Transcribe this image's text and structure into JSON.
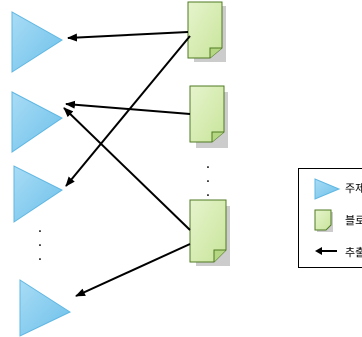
{
  "diagram": {
    "vertical_dots": [
      "·",
      "·",
      "·"
    ]
  },
  "legend": {
    "topic_label": "주제어",
    "blog_label": "블로그",
    "extract_label": "추출"
  },
  "colors": {
    "topic_fill": "#87cdf0",
    "topic_stroke": "#5fb7e3",
    "blog_fill": "#d7ecb3",
    "blog_stroke": "#4f7a22",
    "arrow": "#000000"
  }
}
